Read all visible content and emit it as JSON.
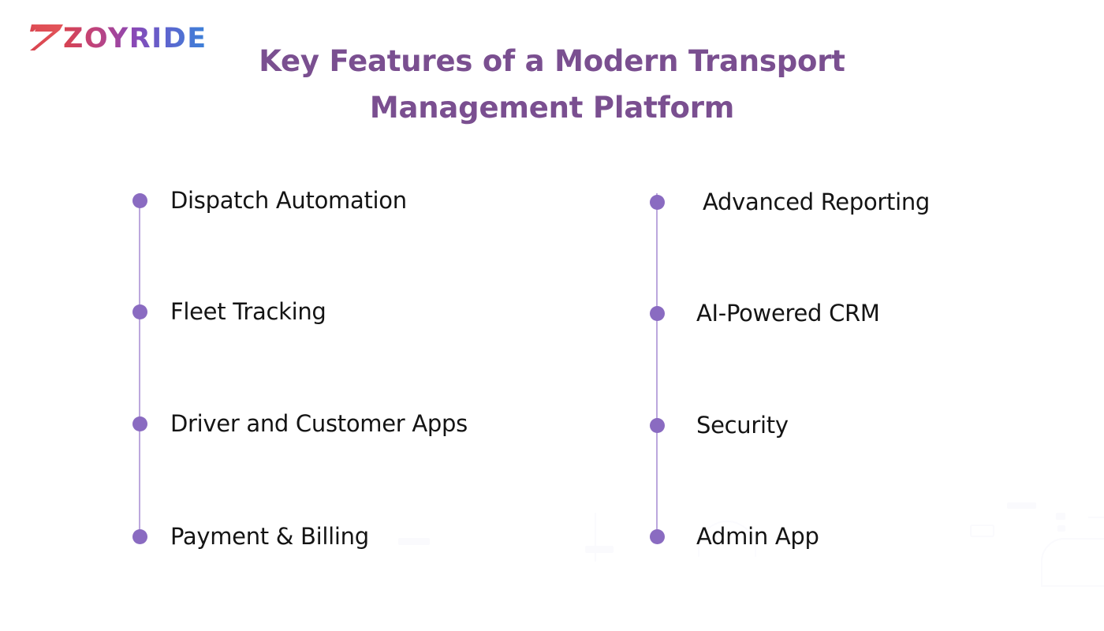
{
  "brand": {
    "logo_text": "ZOYRIDE",
    "logo_mark_icon": "double-z-logomark-icon",
    "gradient_start": "#d8434f",
    "gradient_mid": "#8c47b4",
    "gradient_end": "#3b82d9"
  },
  "title": {
    "line1": "Key Features of a Modern Transport",
    "line2": "Management Platform",
    "color": "#7a4f90"
  },
  "theme": {
    "background": "#ffffff",
    "bullet_color": "#8a6bc1",
    "timeline_color": "#bca8dd",
    "text_color": "#141414",
    "watermark_color": "#fafafd"
  },
  "columns": [
    {
      "id": "left",
      "items": [
        {
          "label": "Dispatch Automation"
        },
        {
          "label": "Fleet Tracking"
        },
        {
          "label": "Driver and Customer Apps"
        },
        {
          "label": "Payment & Billing"
        }
      ]
    },
    {
      "id": "right",
      "items": [
        {
          "label": "Advanced Reporting"
        },
        {
          "label": "AI-Powered CRM"
        },
        {
          "label": "Security"
        },
        {
          "label": "Admin App"
        }
      ]
    }
  ]
}
